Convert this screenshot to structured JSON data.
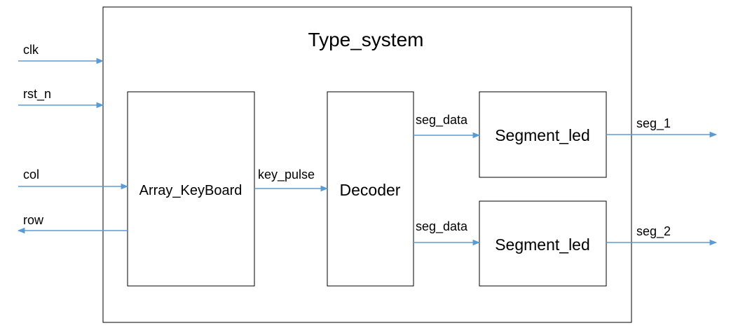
{
  "diagram": {
    "title": "Type_system",
    "colors": {
      "wire": "#5b9bd5",
      "border": "#000000",
      "text": "#000000"
    },
    "blocks": {
      "keyboard": "Array_KeyBoard",
      "decoder": "Decoder",
      "segment_top": "Segment_led",
      "segment_bottom": "Segment_led"
    },
    "ports": {
      "clk": "clk",
      "rst_n": "rst_n",
      "col": "col",
      "row": "row",
      "seg_1": "seg_1",
      "seg_2": "seg_2"
    },
    "signals": {
      "key_pulse": "key_pulse",
      "seg_data_top": "seg_data",
      "seg_data_bottom": "seg_data"
    }
  }
}
